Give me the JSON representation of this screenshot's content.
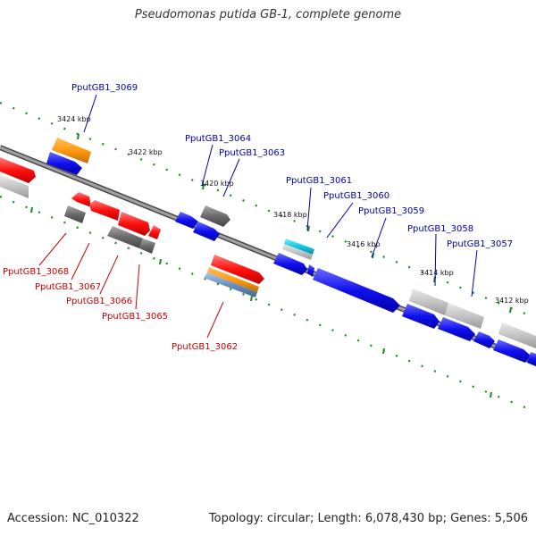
{
  "title": "Pseudomonas putida GB-1, complete genome",
  "footer": {
    "accession": "Accession: NC_010322",
    "info": "Topology: circular; Length: 6,078,430 bp; Genes: 5,506"
  },
  "colors": {
    "forward_label": "#0000aa",
    "reverse_label": "#cc0000",
    "tick": "#1a8a1a",
    "backbone": "#7a7a7a"
  },
  "kbp_labels": [
    "3424 kbp",
    "3422 kbp",
    "3420 kbp",
    "3418 kbp",
    "3416 kbp",
    "3414 kbp",
    "3412 kbp"
  ],
  "gene_labels": {
    "forward": [
      "PputGB1_3069",
      "PputGB1_3064",
      "PputGB1_3063",
      "PputGB1_3061",
      "PputGB1_3060",
      "PputGB1_3059",
      "PputGB1_3058",
      "PputGB1_3057"
    ],
    "reverse": [
      "PputGB1_3068",
      "PputGB1_3067",
      "PputGB1_3066",
      "PputGB1_3065",
      "PputGB1_3062"
    ]
  }
}
